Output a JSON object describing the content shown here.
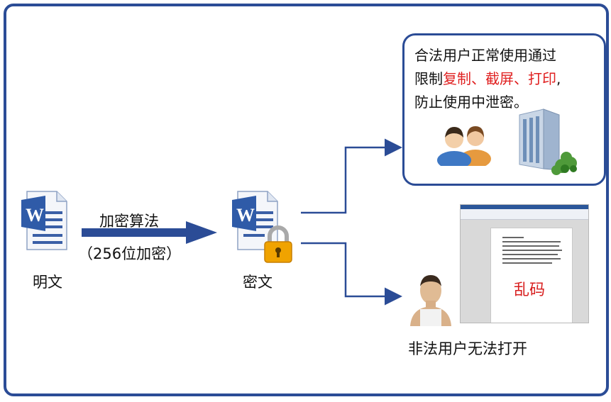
{
  "plain_label": "明文",
  "algo_label": "加密算法",
  "algo_sub": "（256位加密）",
  "cipher_label": "密文",
  "legal": {
    "line1": "合法用户正常使用通过",
    "line2_prefix": "限制",
    "line2_red": "复制、截屏、打印",
    "line2_suffix": ",",
    "line3": "防止使用中泄密。"
  },
  "garbled_text": "乱码",
  "illegal_label": "非法用户无法打开",
  "colors": {
    "frame": "#2b4c96",
    "arrow": "#2b4c96",
    "red": "#e02020"
  },
  "icons": [
    "word-doc-icon",
    "lock-icon",
    "users-icon",
    "building-icon",
    "person-icon",
    "word-window-icon"
  ]
}
